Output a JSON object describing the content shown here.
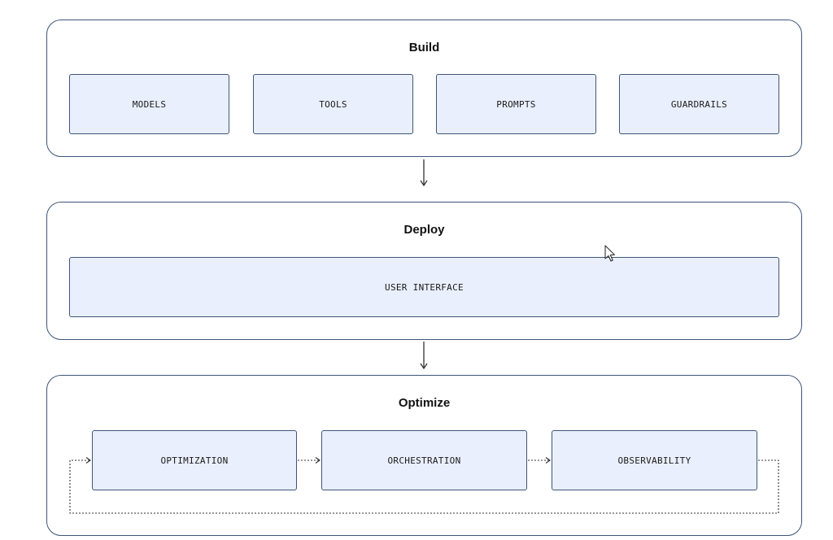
{
  "diagram": {
    "build": {
      "title": "Build",
      "items": [
        "MODELS",
        "TOOLS",
        "PROMPTS",
        "GUARDRAILS"
      ]
    },
    "deploy": {
      "title": "Deploy",
      "items": [
        "USER INTERFACE"
      ]
    },
    "optimize": {
      "title": "Optimize",
      "items": [
        "OPTIMIZATION",
        "ORCHESTRATION",
        "OBSERVABILITY"
      ]
    }
  },
  "colors": {
    "box_fill": "#e9effc",
    "border": "#3e5577",
    "arrow": "#333333"
  }
}
